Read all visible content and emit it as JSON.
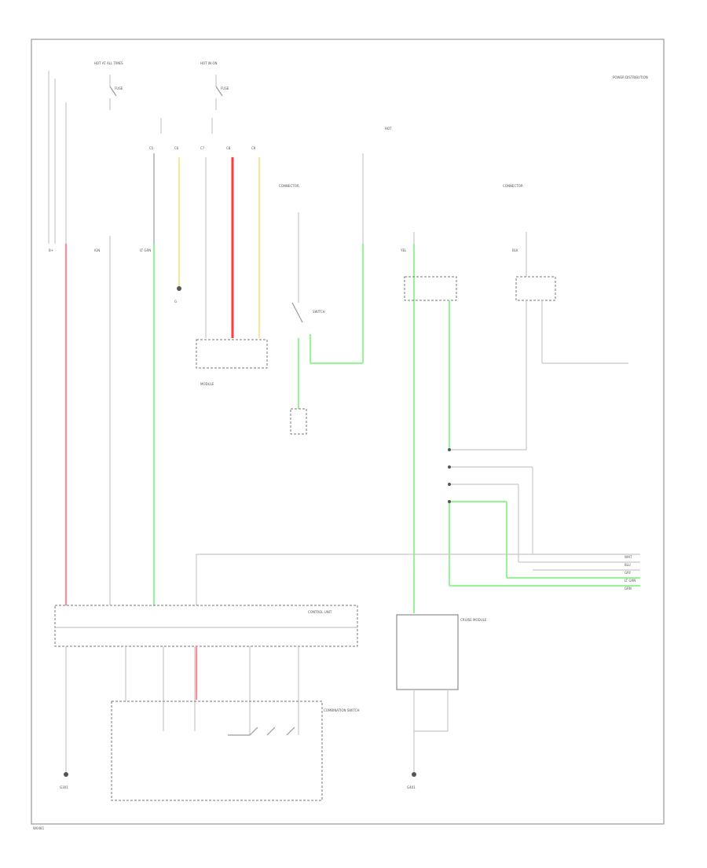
{
  "diagram": {
    "labels": {
      "hot_at_all_times": "HOT AT ALL TIMES",
      "hot_in_on": "HOT IN ON",
      "fuse_left": "FUSE",
      "fuse_mid": "FUSE",
      "note_top_right": "POWER DISTRIBUTION",
      "hot_mid": "HOT",
      "connector_mid": "CONNECTOR",
      "connector_right": "CONNECTOR",
      "module_center": "MODULE",
      "brake_switch": "SWITCH",
      "ground_left": "G301",
      "ground_right": "G401",
      "combination_switch": "COMBINATION SWITCH",
      "control_unit": "CONTROL UNIT",
      "cruise_module": "CRUISE MODULE",
      "footer_code": "W0481"
    },
    "colors": {
      "green": "#9df09d",
      "pink": "#ff8c9a",
      "red": "#ff3b3b",
      "yellow": "#f5e6a0",
      "gray": "#c8c8c8"
    }
  }
}
